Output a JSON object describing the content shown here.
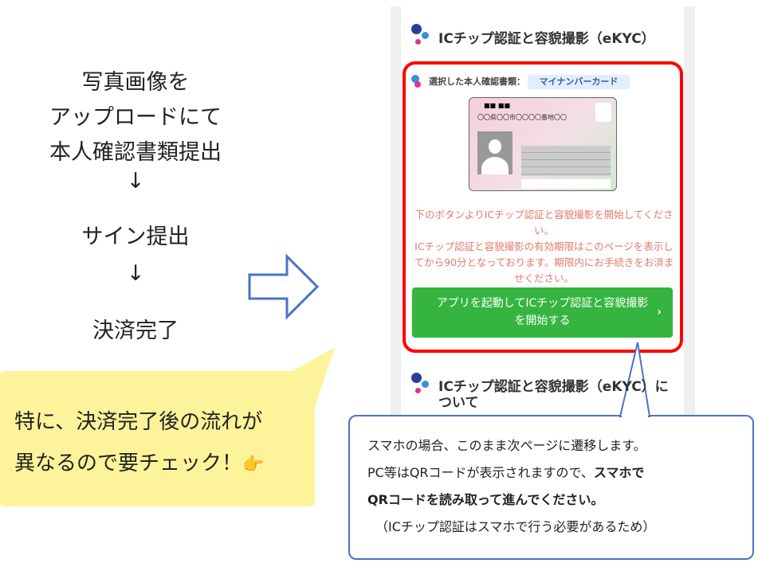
{
  "flow": {
    "step1": [
      "写真画像を",
      "アップロードにて",
      "本人確認書類提出"
    ],
    "arrow1": "↓",
    "step2": "サイン提出",
    "arrow2": "↓",
    "step3": "決済完了"
  },
  "note": {
    "line1": "特に、決済完了後の流れが",
    "line2": "異なるので要チェック！",
    "icon": "pointing-hand-icon",
    "emoji": "👉"
  },
  "screen": {
    "title": "ICチップ認証と容貌撮影（eKYC）",
    "selected_label": "選択した本人確認書類：",
    "selected_value": "マイナンバーカード",
    "card": {
      "name": "■■ ■■",
      "address": "〇〇県〇〇市〇〇〇〇番地〇〇"
    },
    "notice": [
      "下のボタンよりICチップ認証と容貌撮影を開始してください。",
      "ICチップ認証と容貌撮影の有効期限はこのページを表示してから90分となっております。期限内にお手続きをお済ませください。"
    ],
    "button": "アプリを起動してICチップ認証と容貌撮影を開始する",
    "section2_title": "ICチップ認証と容貌撮影（eKYC）について"
  },
  "callout": {
    "line1": "スマホの場合、このまま次ページに遷移します。",
    "line2a": "PC等はQRコードが表示されますので、",
    "line2b": "スマホで",
    "line3": "QRコードを読み取って進んでください。",
    "line4": "（ICチップ認証はスマホで行う必要があるため）"
  },
  "colors": {
    "red": "#ff0000",
    "green": "#35b53f",
    "blue": "#4a73c4",
    "yellow": "#fdf39a"
  }
}
